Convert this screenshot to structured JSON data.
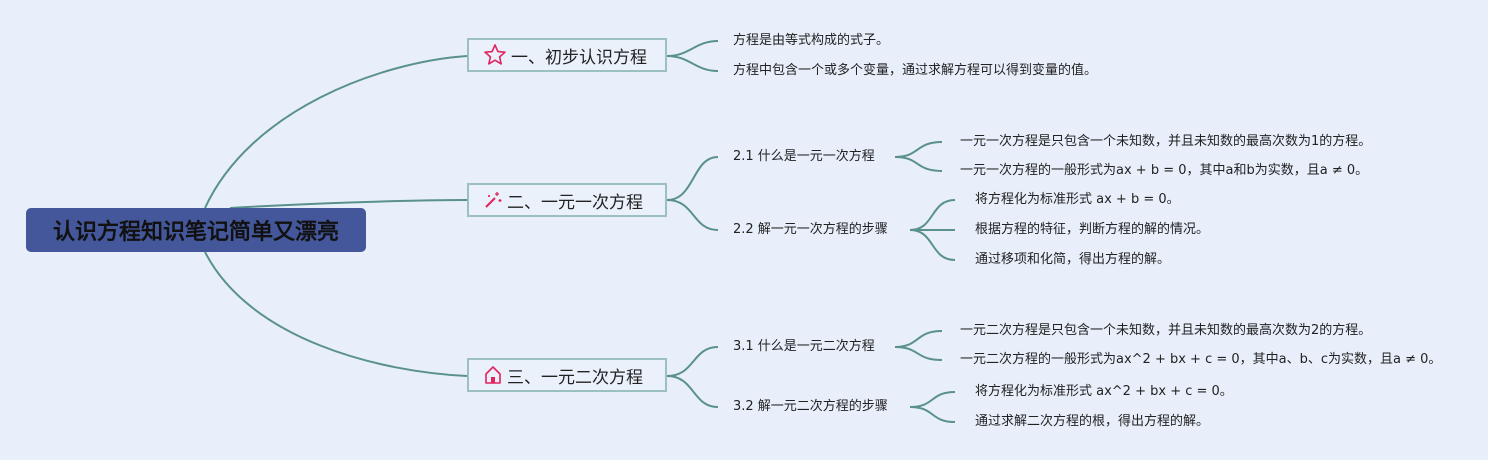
{
  "root": {
    "title": "认识方程知识笔记简单又漂亮"
  },
  "branches": [
    {
      "label": "一、初步认识方程",
      "icon": "star-icon",
      "items": [
        "方程是由等式构成的式子。",
        "方程中包含一个或多个变量，通过求解方程可以得到变量的值。"
      ]
    },
    {
      "label": "二、一元一次方程",
      "icon": "magic-wand-icon",
      "subs": [
        {
          "label": "2.1 什么是一元一次方程",
          "items": [
            "一元一次方程是只包含一个未知数，并且未知数的最高次数为1的方程。",
            "一元一次方程的一般形式为ax + b = 0，其中a和b为实数，且a ≠ 0。"
          ]
        },
        {
          "label": "2.2 解一元一次方程的步骤",
          "items": [
            "将方程化为标准形式 ax + b = 0。",
            "根据方程的特征，判断方程的解的情况。",
            "通过移项和化简，得出方程的解。"
          ]
        }
      ]
    },
    {
      "label": "三、一元二次方程",
      "icon": "home-icon",
      "subs": [
        {
          "label": "3.1 什么是一元二次方程",
          "items": [
            "一元二次方程是只包含一个未知数，并且未知数的最高次数为2的方程。",
            "一元二次方程的一般形式为ax^2 + bx + c = 0，其中a、b、c为实数，且a ≠ 0。"
          ]
        },
        {
          "label": "3.2 解一元二次方程的步骤",
          "items": [
            "将方程化为标准形式 ax^2 + bx + c = 0。",
            "通过求解二次方程的根，得出方程的解。"
          ]
        }
      ]
    }
  ],
  "colors": {
    "background": "#e8effb",
    "root": "#44579a",
    "line": "#5a918a",
    "border": "#9cbfc0",
    "icon": "#e0245e"
  }
}
